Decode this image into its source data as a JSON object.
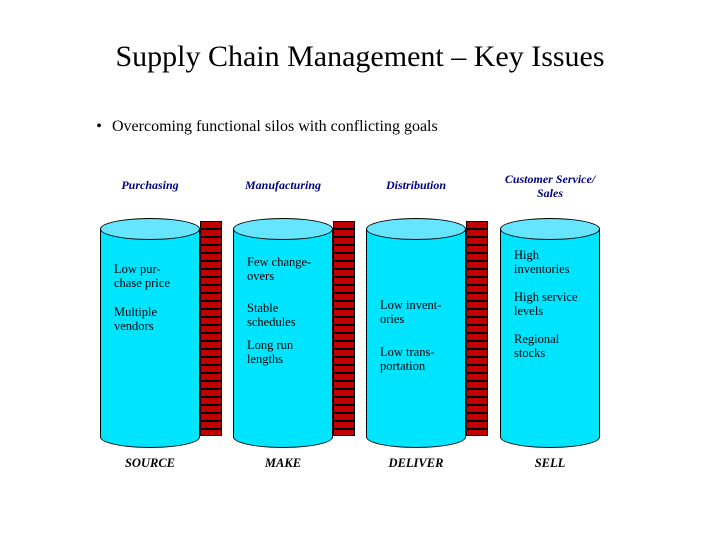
{
  "slide": {
    "title": "Supply Chain Management – Key Issues",
    "bullet": {
      "marker": "•",
      "text": "Overcoming functional silos with conflicting goals"
    },
    "colors": {
      "heading_text": "#000080",
      "cylinder_fill": "#00E5FF",
      "cylinder_top": "#66E5FF",
      "stripe_block": "#C00000",
      "outline": "#000000",
      "body_text": "#000000"
    },
    "columns": [
      {
        "heading": "Purchasing",
        "footer": "SOURCE",
        "items": [
          "Low pur-\nchase price",
          "Multiple\nvendors"
        ]
      },
      {
        "heading": "Manufacturing",
        "footer": "MAKE",
        "items": [
          "Few change-\novers",
          "Stable\nschedules",
          "Long run\nlengths"
        ]
      },
      {
        "heading": "Distribution",
        "footer": "DELIVER",
        "items": [
          "Low invent-\nories",
          "Low  trans-\nportation"
        ]
      },
      {
        "heading": "Customer Service/\nSales",
        "footer": "SELL",
        "items": [
          "High\ninventories",
          "High service\nlevels",
          "Regional\nstocks"
        ]
      }
    ]
  }
}
